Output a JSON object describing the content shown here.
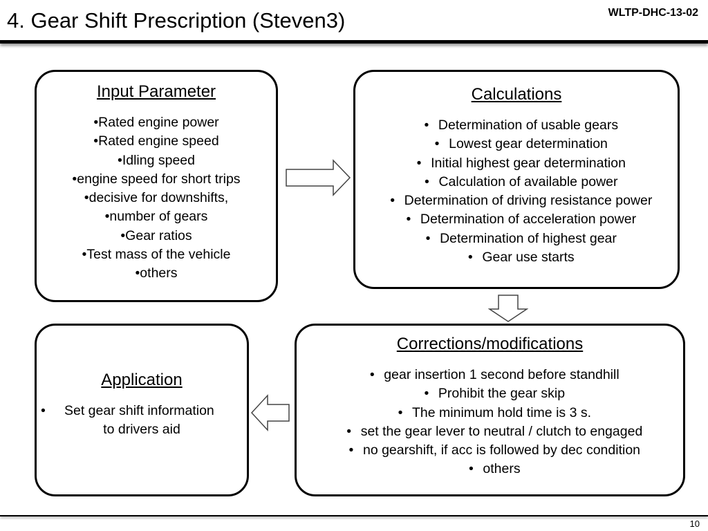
{
  "header": {
    "title": "4. Gear Shift Prescription (Steven3)",
    "doc_code": "WLTP-DHC-13-02"
  },
  "footer": {
    "page_number": "10"
  },
  "boxes": {
    "input": {
      "heading": "Input Parameter",
      "items": [
        "•Rated engine power",
        "•Rated engine speed",
        "•Idling speed",
        "•engine speed for short trips",
        "•decisive for downshifts,",
        "•number of gears",
        "•Gear ratios",
        "•Test mass of the vehicle",
        "•others"
      ]
    },
    "calculations": {
      "heading": "Calculations",
      "bullet": "•",
      "items": [
        "Determination of usable gears",
        "Lowest gear determination",
        "Initial highest gear determination",
        "Calculation of available power",
        "Determination of driving resistance power",
        "Determination of acceleration power",
        "Determination of highest gear",
        "Gear use starts"
      ]
    },
    "corrections": {
      "heading": "Corrections/modifications",
      "bullet": "•",
      "items": [
        "gear insertion 1 second before standhill",
        "Prohibit the gear skip",
        "The minimum hold time is 3 s.",
        "set the gear lever to neutral / clutch to engaged",
        "no gearshift, if acc is followed by dec condition",
        "others"
      ]
    },
    "application": {
      "heading": "Application",
      "bullet": "•",
      "line1": "Set gear shift information",
      "line2": "to drivers aid"
    }
  }
}
